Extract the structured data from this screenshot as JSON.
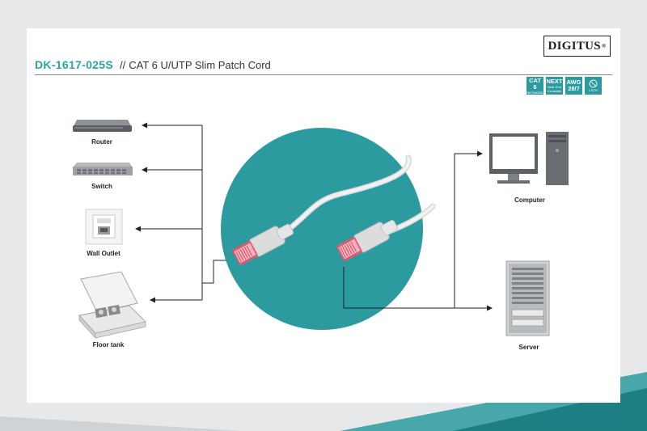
{
  "brand": {
    "logo_text": "DIGITUS",
    "logo_mark": "®"
  },
  "header": {
    "product_code": "DK-1617-025S",
    "separator": "//",
    "description": "CAT 6 U/UTP Slim Patch Cord"
  },
  "badges": [
    {
      "main": "CAT",
      "sub": "6",
      "note": "NETWORK",
      "icon": "cat6-badge-icon"
    },
    {
      "main": "NEXT",
      "sub": "Near End",
      "note": "Crosstalk",
      "icon": "next-badge-icon"
    },
    {
      "main": "AWG",
      "sub": "28/7",
      "note": "",
      "icon": "awg-badge-icon"
    },
    {
      "main": "",
      "sub": "LSZH",
      "note": "",
      "icon": "lszh-badge-icon"
    }
  ],
  "devices_left": [
    {
      "label": "Router",
      "icon": "router-icon"
    },
    {
      "label": "Switch",
      "icon": "switch-icon"
    },
    {
      "label": "Wall Outlet",
      "icon": "wall-outlet-icon"
    },
    {
      "label": "Floor tank",
      "icon": "floor-tank-icon"
    }
  ],
  "devices_right": [
    {
      "label": "Computer",
      "icon": "computer-icon"
    },
    {
      "label": "Server",
      "icon": "server-icon"
    }
  ],
  "colors": {
    "teal": "#2b9ba0",
    "accent_text": "#2aa4a4",
    "connector_boot": "#e8566a",
    "cable": "#e6e6e6"
  }
}
